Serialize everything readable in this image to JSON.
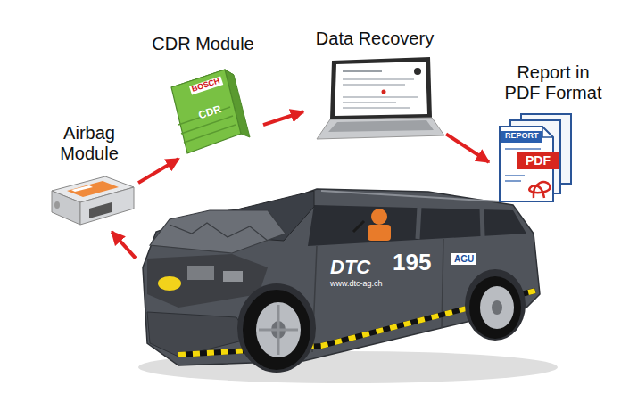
{
  "diagram": {
    "nodes": [
      {
        "text": [
          "Airbag Module"
        ]
      },
      {
        "text": [
          "CDR Module"
        ]
      },
      {
        "text": [
          "Data Recovery"
        ]
      },
      {
        "text": [
          "Report in PDF Format"
        ]
      },
      {
        "text": [
          "DTC",
          "www.dtc-ag.ch",
          "195",
          "AGU"
        ]
      }
    ],
    "edges": [
      {
        "from": 4,
        "to": 0,
        "arrow": "to"
      },
      {
        "from": 0,
        "to": 1,
        "arrow": "to"
      },
      {
        "from": 1,
        "to": 2,
        "arrow": "to"
      },
      {
        "from": 2,
        "to": 3,
        "arrow": "to"
      }
    ],
    "labels": [
      "BOSCH",
      "CDR",
      "REPORT",
      "PDF"
    ]
  }
}
